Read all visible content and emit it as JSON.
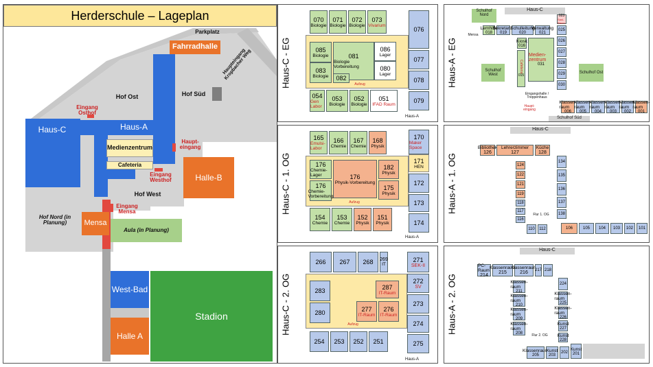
{
  "site_plan": {
    "title": "Herderschule – Lageplan",
    "labels": {
      "parkplatz": "Parkplatz",
      "fahrradhalle": "Fahrradhalle",
      "haupteingang_weg": "Haupteingang Kropbacher Weg",
      "hof_ost": "Hof Ost",
      "hof_sued": "Hof Süd",
      "eingang_osthof": "Eingang Osthof",
      "haus_c": "Haus-C",
      "haus_a": "Haus-A",
      "medienzentrum": "Medienzentrum",
      "haupteingang": "Haupt-eingang",
      "cafeteria": "Cafeteria",
      "halle_b": "Halle-B",
      "eingang_westhof": "Eingang Westhof",
      "hof_west": "Hof West",
      "hof_nord": "Hof Nord (in Planung)",
      "mensa": "Mensa",
      "eingang_mensa": "Eingang Mensa",
      "aula": "Aula (in Planung)",
      "west_bad": "West-Bad",
      "stadion": "Stadion",
      "halle_a": "Halle A"
    }
  },
  "haus_c": {
    "eg": {
      "label": "Haus-C - EG",
      "rooms": [
        {
          "n": "070",
          "s": "Biologie"
        },
        {
          "n": "071",
          "s": "Biologie"
        },
        {
          "n": "072",
          "s": "Biologie"
        },
        {
          "n": "073",
          "s": "Vivarium"
        },
        {
          "n": "076",
          "s": ""
        },
        {
          "n": "085",
          "s": "Biologie"
        },
        {
          "n": "081",
          "s": "Biologie Vorbereitung"
        },
        {
          "n": "086",
          "s": "Lager"
        },
        {
          "n": "077",
          "s": ""
        },
        {
          "n": "083",
          "s": "Biologie"
        },
        {
          "n": "080",
          "s": "Lager"
        },
        {
          "n": "082",
          "s": ""
        },
        {
          "n": "078",
          "s": ""
        },
        {
          "n": "054",
          "s": "Gen Labor"
        },
        {
          "n": "053",
          "s": "Biologie"
        },
        {
          "n": "052",
          "s": "Biologie"
        },
        {
          "n": "051",
          "s": "IFAD Raum"
        },
        {
          "n": "079",
          "s": ""
        }
      ],
      "aufzug": "Aufzug",
      "haus_a": "Haus-A"
    },
    "og1": {
      "label": "Haus-C - 1. OG",
      "rooms": [
        {
          "n": "165",
          "s": "Emulsi-Labor"
        },
        {
          "n": "166",
          "s": "Chemie"
        },
        {
          "n": "167",
          "s": "Chemie"
        },
        {
          "n": "168",
          "s": "Physik"
        },
        {
          "n": "170",
          "s": "Maker Space"
        },
        {
          "n": "171",
          "s": "HEN"
        },
        {
          "n": "176",
          "s": "Chemie-Lager"
        },
        {
          "n": "176",
          "s": "Physik-Vorbereitung"
        },
        {
          "n": "182",
          "s": "Physik"
        },
        {
          "n": "172",
          "s": ""
        },
        {
          "n": "176",
          "s": "Chemie-Vorbereitung"
        },
        {
          "n": "175",
          "s": "Physik"
        },
        {
          "n": "173",
          "s": ""
        },
        {
          "n": "154",
          "s": "Chemie"
        },
        {
          "n": "153",
          "s": "Chemie"
        },
        {
          "n": "152",
          "s": "Physik"
        },
        {
          "n": "151",
          "s": "Physik"
        },
        {
          "n": "174",
          "s": ""
        }
      ],
      "aufzug": "Aufzug",
      "haus_a": "Haus-A"
    },
    "og2": {
      "label": "Haus-C - 2. OG",
      "rooms": [
        {
          "n": "266",
          "s": ""
        },
        {
          "n": "267",
          "s": ""
        },
        {
          "n": "268",
          "s": ""
        },
        {
          "n": "269",
          "s": "IT"
        },
        {
          "n": "271",
          "s": "SEK-II"
        },
        {
          "n": "272",
          "s": "SV"
        },
        {
          "n": "283",
          "s": ""
        },
        {
          "n": "287",
          "s": "IT-Raum"
        },
        {
          "n": "273",
          "s": ""
        },
        {
          "n": "280",
          "s": ""
        },
        {
          "n": "277",
          "s": "IT-Raum"
        },
        {
          "n": "276",
          "s": "IT-Raum"
        },
        {
          "n": "274",
          "s": ""
        },
        {
          "n": "254",
          "s": ""
        },
        {
          "n": "253",
          "s": ""
        },
        {
          "n": "252",
          "s": ""
        },
        {
          "n": "251",
          "s": ""
        },
        {
          "n": "275",
          "s": ""
        }
      ],
      "aufzug": "Aufzug",
      "haus_a": "Haus-A"
    }
  },
  "haus_a": {
    "eg": {
      "label": "Haus-A - EG",
      "haus_c": "Haus-C",
      "schulhof_nord": "Schulhof Nord",
      "schulhof_west": "Schulhof West",
      "schulhof_ost": "Schulhof Ost",
      "schulhof_sued": "Schulhof Süd",
      "medienzentrum": "Medien-zentrum",
      "medien_n": "031",
      "cafeteria": "Cafeteria",
      "cafeteria_n": "015",
      "mensa": "Mensa",
      "rooms": [
        {
          "n": "018",
          "s": "Lernhilfe"
        },
        {
          "n": "019",
          "s": "Sekretariat"
        },
        {
          "n": "020",
          "s": "Schulleitung"
        },
        {
          "n": "021",
          "s": "Verwaltung"
        },
        {
          "n": "023",
          "s": "Sani-Raum"
        },
        {
          "n": "025",
          "s": ""
        },
        {
          "n": "026",
          "s": ""
        },
        {
          "n": "027",
          "s": ""
        },
        {
          "n": "028",
          "s": ""
        },
        {
          "n": "029",
          "s": ""
        },
        {
          "n": "030",
          "s": ""
        },
        {
          "n": "016",
          "s": "Kiosk"
        },
        {
          "n": "006",
          "s": "Klassen-raum"
        },
        {
          "n": "005",
          "s": "Klassen-raum"
        },
        {
          "n": "004",
          "s": "Klassen-raum"
        },
        {
          "n": "003",
          "s": "Klassen-raum"
        },
        {
          "n": "002",
          "s": "Klassen-raum"
        },
        {
          "n": "001",
          "s": "Klassen-raum"
        }
      ],
      "eingang": "Eingangshalle / Treppenhaus",
      "haupteingang": "Haupt-eingang"
    },
    "og1": {
      "label": "Haus-A - 1. OG",
      "haus_c": "Haus-C",
      "flur": "Flur 1. OG",
      "rooms": [
        {
          "n": "126",
          "s": "Bibliothek"
        },
        {
          "n": "127",
          "s": "Lehrerzimmer"
        },
        {
          "n": "128",
          "s": "Küche"
        },
        {
          "n": "134",
          "s": ""
        },
        {
          "n": "135",
          "s": ""
        },
        {
          "n": "136",
          "s": ""
        },
        {
          "n": "137",
          "s": ""
        },
        {
          "n": "138",
          "s": ""
        },
        {
          "n": "124",
          "s": ""
        },
        {
          "n": "122",
          "s": ""
        },
        {
          "n": "121",
          "s": ""
        },
        {
          "n": "119",
          "s": ""
        },
        {
          "n": "118",
          "s": ""
        },
        {
          "n": "117",
          "s": ""
        },
        {
          "n": "116",
          "s": ""
        },
        {
          "n": "110",
          "s": ""
        },
        {
          "n": "112",
          "s": ""
        },
        {
          "n": "106",
          "s": ""
        },
        {
          "n": "105",
          "s": ""
        },
        {
          "n": "104",
          "s": ""
        },
        {
          "n": "103",
          "s": ""
        },
        {
          "n": "102",
          "s": ""
        },
        {
          "n": "101",
          "s": ""
        }
      ]
    },
    "og2": {
      "label": "Haus-A - 2. OG",
      "haus_c": "Haus-C",
      "flur": "Flur 2. OG",
      "rooms": [
        {
          "n": "214",
          "s": "PC-Raum"
        },
        {
          "n": "215",
          "s": "Klassenraum"
        },
        {
          "n": "216",
          "s": "Klassenraum"
        },
        {
          "n": "217",
          "s": ""
        },
        {
          "n": "218",
          "s": ""
        },
        {
          "n": "224",
          "s": ""
        },
        {
          "n": "225",
          "s": "Klassen-raum"
        },
        {
          "n": "226",
          "s": "Klassen-raum"
        },
        {
          "n": "227",
          "s": "Kunst"
        },
        {
          "n": "228",
          "s": "Kunst"
        },
        {
          "n": "210",
          "s": "Klassen-raum"
        },
        {
          "n": "209",
          "s": "Klassen-raum"
        },
        {
          "n": "208",
          "s": "Klassen-raum"
        },
        {
          "n": "211",
          "s": "Klassen-raum"
        },
        {
          "n": "205",
          "s": "Klassenraum"
        },
        {
          "n": "203",
          "s": "Kunst"
        },
        {
          "n": "202",
          "s": ""
        },
        {
          "n": "201",
          "s": "Kunst"
        }
      ]
    }
  },
  "colors": {
    "building_blue": "#2f6ed8",
    "title_yellow": "#fde79a",
    "room_blue": "#b7c9ea",
    "room_green": "#c3e0a8",
    "room_salmon": "#f4b28e",
    "orange": "#e9732a",
    "stadion_green": "#3fa342"
  }
}
